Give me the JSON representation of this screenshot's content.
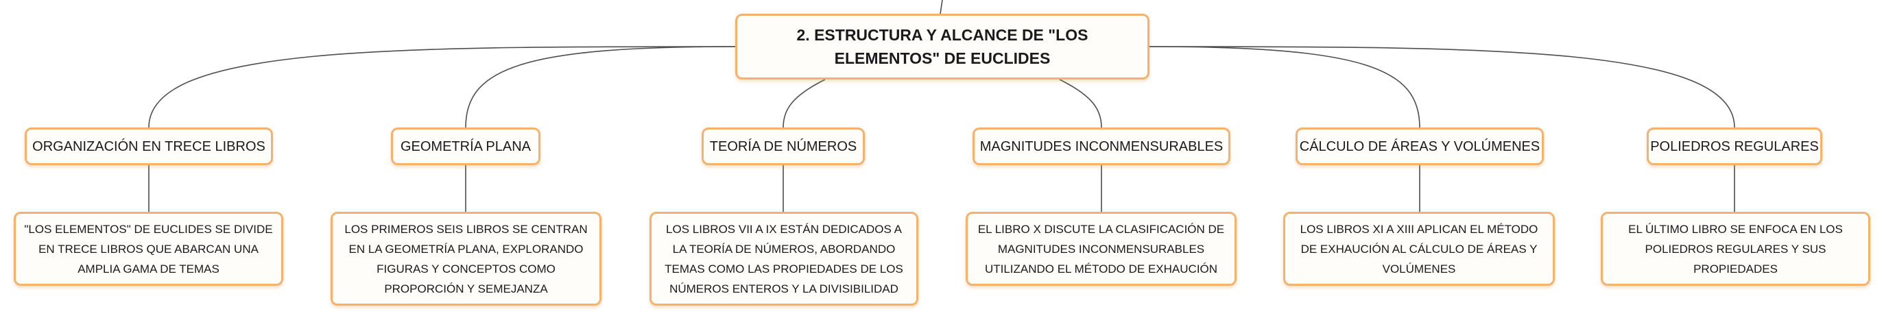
{
  "root": {
    "title": "2. ESTRUCTURA Y ALCANCE DE \"LOS ELEMENTOS\" DE EUCLIDES"
  },
  "branches": [
    {
      "title": "ORGANIZACIÓN EN TRECE LIBROS",
      "detail": "\"LOS ELEMENTOS\" DE EUCLIDES SE DIVIDE EN TRECE LIBROS QUE ABARCAN UNA AMPLIA GAMA DE TEMAS"
    },
    {
      "title": "GEOMETRÍA PLANA",
      "detail": "LOS PRIMEROS SEIS LIBROS SE CENTRAN EN LA GEOMETRÍA PLANA, EXPLORANDO FIGURAS Y CONCEPTOS COMO PROPORCIÓN Y SEMEJANZA"
    },
    {
      "title": "TEORÍA DE NÚMEROS",
      "detail": "LOS LIBROS VII A IX ESTÁN DEDICADOS A LA TEORÍA DE NÚMEROS, ABORDANDO TEMAS COMO LAS PROPIEDADES DE LOS NÚMEROS ENTEROS Y LA DIVISIBILIDAD"
    },
    {
      "title": "MAGNITUDES INCONMENSURABLES",
      "detail": "EL LIBRO X DISCUTE LA CLASIFICACIÓN DE MAGNITUDES INCONMENSURABLES UTILIZANDO EL MÉTODO DE EXHAUCIÓN"
    },
    {
      "title": "CÁLCULO DE ÁREAS Y VOLÚMENES",
      "detail": "LOS LIBROS XI A XIII APLICAN EL MÉTODO DE EXHAUCIÓN AL CÁLCULO DE ÁREAS Y VOLÚMENES"
    },
    {
      "title": "POLIEDROS REGULARES",
      "detail": "EL ÚLTIMO LIBRO SE ENFOCA EN LOS POLIEDROS REGULARES Y SUS PROPIEDADES"
    }
  ],
  "colors": {
    "node_border": "#f6b26b",
    "node_fill": "#fffdfa",
    "connector": "#4d4d4d",
    "text": "#1a1a1a"
  }
}
